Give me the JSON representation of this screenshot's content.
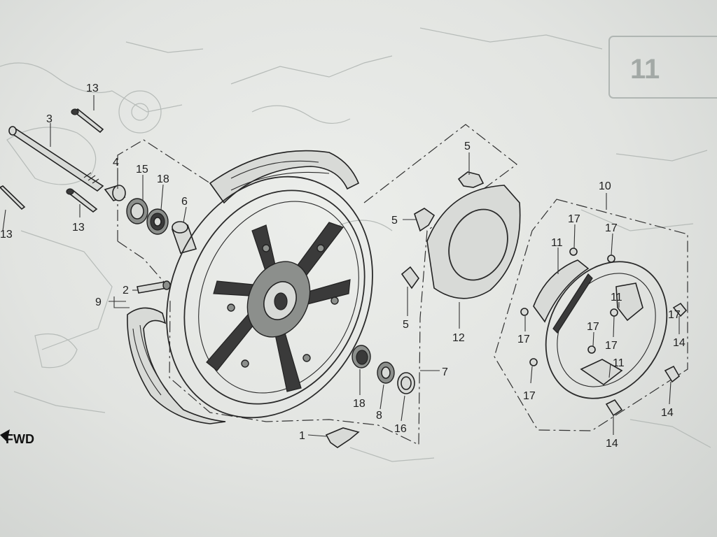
{
  "diagram": {
    "callouts": [
      {
        "id": "c13a",
        "text": "13"
      },
      {
        "id": "c3",
        "text": "3"
      },
      {
        "id": "c4",
        "text": "4"
      },
      {
        "id": "c15",
        "text": "15"
      },
      {
        "id": "c18a",
        "text": "18"
      },
      {
        "id": "c6",
        "text": "6"
      },
      {
        "id": "c13b",
        "text": "13"
      },
      {
        "id": "c13c",
        "text": "13"
      },
      {
        "id": "c9",
        "text": "9"
      },
      {
        "id": "c2",
        "text": "2"
      },
      {
        "id": "c5a",
        "text": "5"
      },
      {
        "id": "c5b",
        "text": "5"
      },
      {
        "id": "c5c",
        "text": "5"
      },
      {
        "id": "c12",
        "text": "12"
      },
      {
        "id": "c7",
        "text": "7"
      },
      {
        "id": "c18b",
        "text": "18"
      },
      {
        "id": "c8",
        "text": "8"
      },
      {
        "id": "c16",
        "text": "16"
      },
      {
        "id": "c1",
        "text": "1"
      },
      {
        "id": "c10",
        "text": "10"
      },
      {
        "id": "c17a",
        "text": "17"
      },
      {
        "id": "c17b",
        "text": "17"
      },
      {
        "id": "c11a",
        "text": "11"
      },
      {
        "id": "c17c",
        "text": "17"
      },
      {
        "id": "c17d",
        "text": "17"
      },
      {
        "id": "c17e",
        "text": "17"
      },
      {
        "id": "c11b",
        "text": "11"
      },
      {
        "id": "c17f",
        "text": "17"
      },
      {
        "id": "c11c",
        "text": "11"
      },
      {
        "id": "c17g",
        "text": "17"
      },
      {
        "id": "c14a",
        "text": "14"
      },
      {
        "id": "c14b",
        "text": "14"
      },
      {
        "id": "c14c",
        "text": "14"
      }
    ],
    "direction_label": "FWD",
    "show_through_label": "11",
    "colors": {
      "paper": "#e2e4e1",
      "ink": "#2b2b2b",
      "show_through": "#b6bbb8"
    }
  }
}
